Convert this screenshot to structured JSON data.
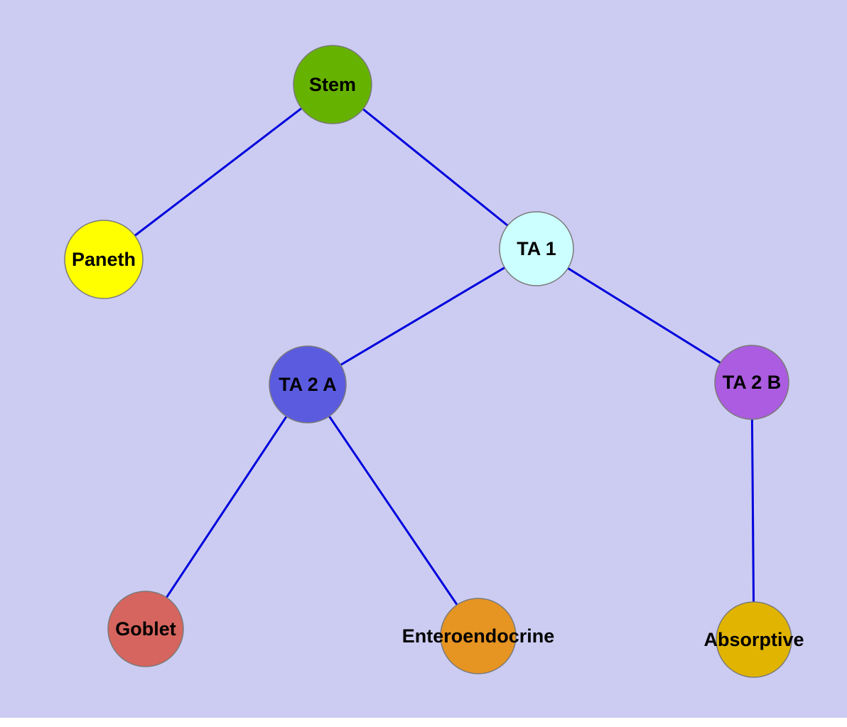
{
  "diagram": {
    "background_color": "#ccccf2",
    "edge_color": "#0000dd",
    "node_border_color": "#7a7a7a",
    "nodes": {
      "stem": {
        "label": "Stem",
        "color": "#66b200"
      },
      "paneth": {
        "label": "Paneth",
        "color": "#ffff00"
      },
      "ta1": {
        "label": "TA 1",
        "color": "#ccffff"
      },
      "ta2a": {
        "label": "TA 2 A",
        "color": "#5b5be0"
      },
      "ta2b": {
        "label": "TA 2 B",
        "color": "#ab5ce0"
      },
      "goblet": {
        "label": "Goblet",
        "color": "#d5655e"
      },
      "enteroendocrine": {
        "label": "Enteroendocrine",
        "color": "#e69422"
      },
      "absorptive": {
        "label": "Absorptive",
        "color": "#e0b400"
      }
    },
    "edges": [
      {
        "from": "Stem",
        "to": "Paneth"
      },
      {
        "from": "Stem",
        "to": "TA 1"
      },
      {
        "from": "TA 1",
        "to": "TA 2 A"
      },
      {
        "from": "TA 1",
        "to": "TA 2 B"
      },
      {
        "from": "TA 2 A",
        "to": "Goblet"
      },
      {
        "from": "TA 2 A",
        "to": "Enteroendocrine"
      },
      {
        "from": "TA 2 B",
        "to": "Absorptive"
      }
    ]
  }
}
